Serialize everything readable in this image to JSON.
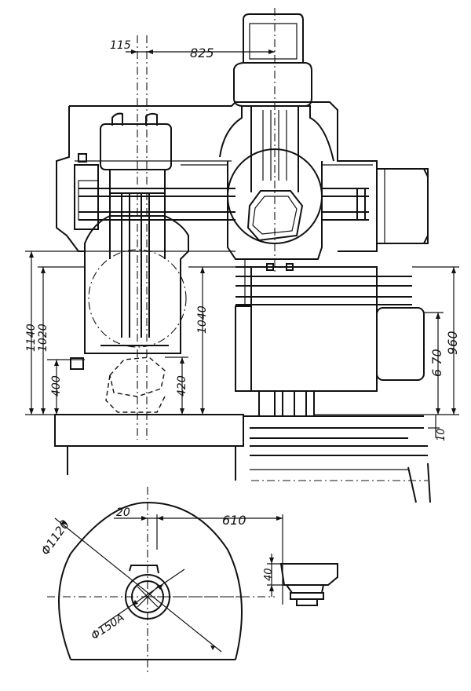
{
  "drawing": {
    "dimensions": {
      "d115": "115",
      "d825": "825",
      "d1140": "1140",
      "d1020": "1020",
      "d1040": "1040",
      "d400": "400",
      "d420": "420",
      "d960": "960",
      "d670": "6 70",
      "d10": "10",
      "d20": "20",
      "d610": "610",
      "d1120": "Φ1120",
      "d150": "Φ150A",
      "d40": "40"
    },
    "colors": {
      "ink": "#111111",
      "paper": "#ffffff"
    }
  }
}
